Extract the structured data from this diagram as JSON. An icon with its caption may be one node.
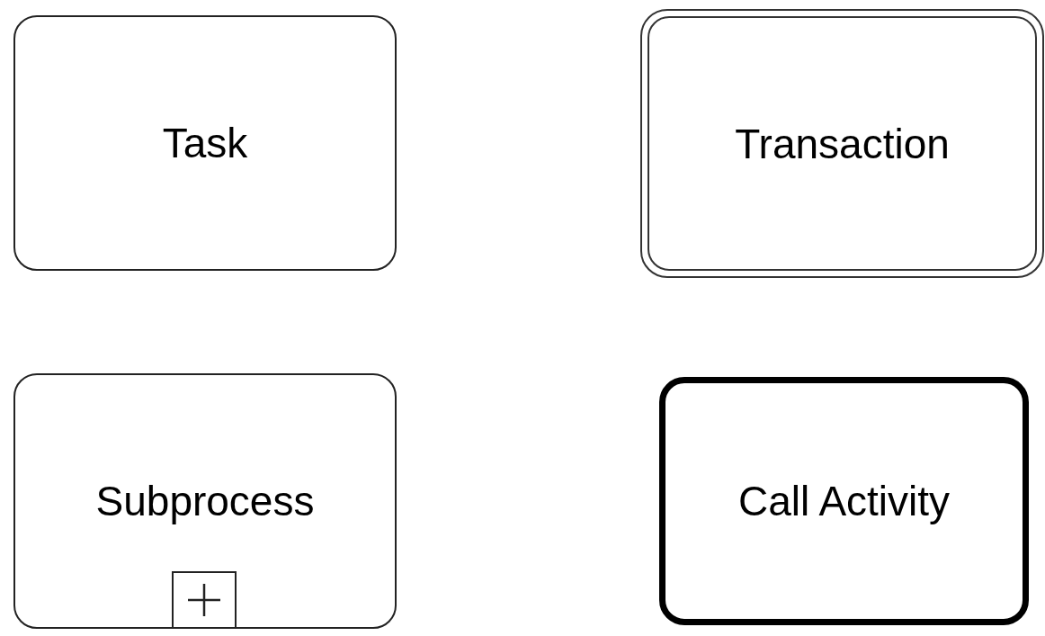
{
  "diagram": {
    "nodes": [
      {
        "text": [
          "Task"
        ]
      },
      {
        "text": [
          "Transaction"
        ]
      },
      {
        "text": [
          "Subprocess"
        ]
      },
      {
        "text": [
          "Call Activity"
        ]
      }
    ]
  }
}
